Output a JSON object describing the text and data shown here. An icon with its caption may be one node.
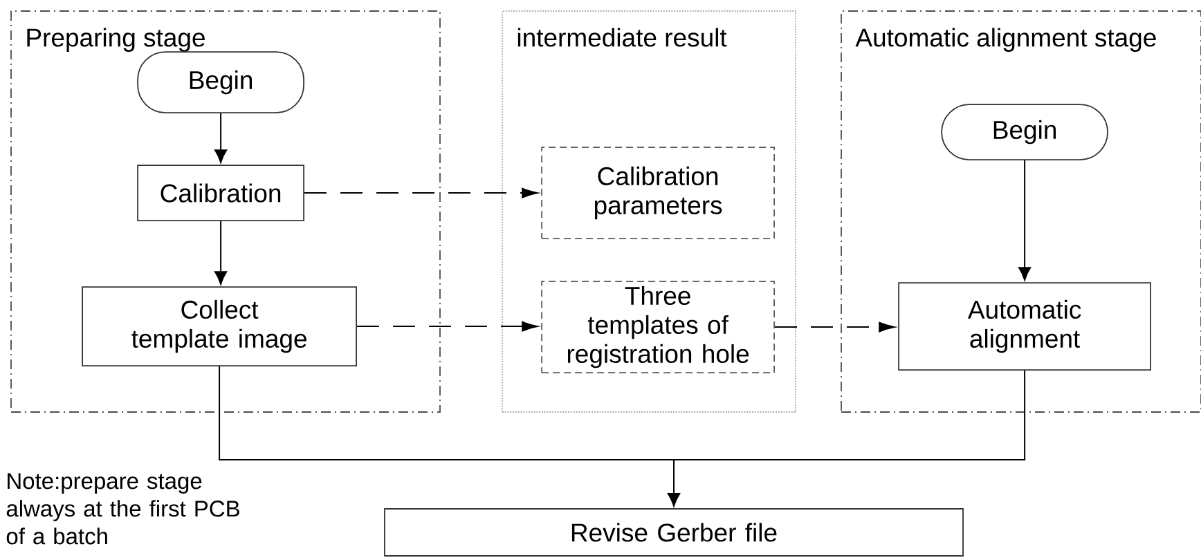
{
  "diagram": {
    "nodes": [
      {
        "text": [
          "Preparing stage"
        ]
      },
      {
        "text": [
          "Begin"
        ],
        "in": 0
      },
      {
        "text": [
          "Calibration"
        ],
        "in": 0
      },
      {
        "text": [
          "Collect template image"
        ],
        "in": 0
      },
      {
        "text": [
          "intermediate result"
        ]
      },
      {
        "text": [
          "Calibration parameters"
        ],
        "in": 4
      },
      {
        "text": [
          "Three templates of registration hole"
        ],
        "in": 4
      },
      {
        "text": [
          "Automatic alignment stage"
        ]
      },
      {
        "text": [
          "Begin"
        ],
        "in": 7
      },
      {
        "text": [
          "Automatic alignment"
        ],
        "in": 7
      },
      {
        "text": [
          "Revise Gerber file"
        ]
      }
    ],
    "edges": [
      {
        "from": 1,
        "to": 2,
        "arrow": "to"
      },
      {
        "from": 2,
        "to": 3,
        "arrow": "to"
      },
      {
        "from": 2,
        "to": 5,
        "arrow": "to",
        "style": "dashed"
      },
      {
        "from": 3,
        "to": 6,
        "arrow": "to",
        "style": "dashed"
      },
      {
        "from": 6,
        "to": 9,
        "arrow": "to",
        "style": "dashed"
      },
      {
        "from": 8,
        "to": 9,
        "arrow": "to"
      },
      {
        "from": 3,
        "to": 10,
        "arrow": "to"
      },
      {
        "from": 9,
        "to": 10,
        "arrow": "to"
      }
    ],
    "labels": [
      "Note:prepare stage always at the first PCB of a batch"
    ]
  }
}
